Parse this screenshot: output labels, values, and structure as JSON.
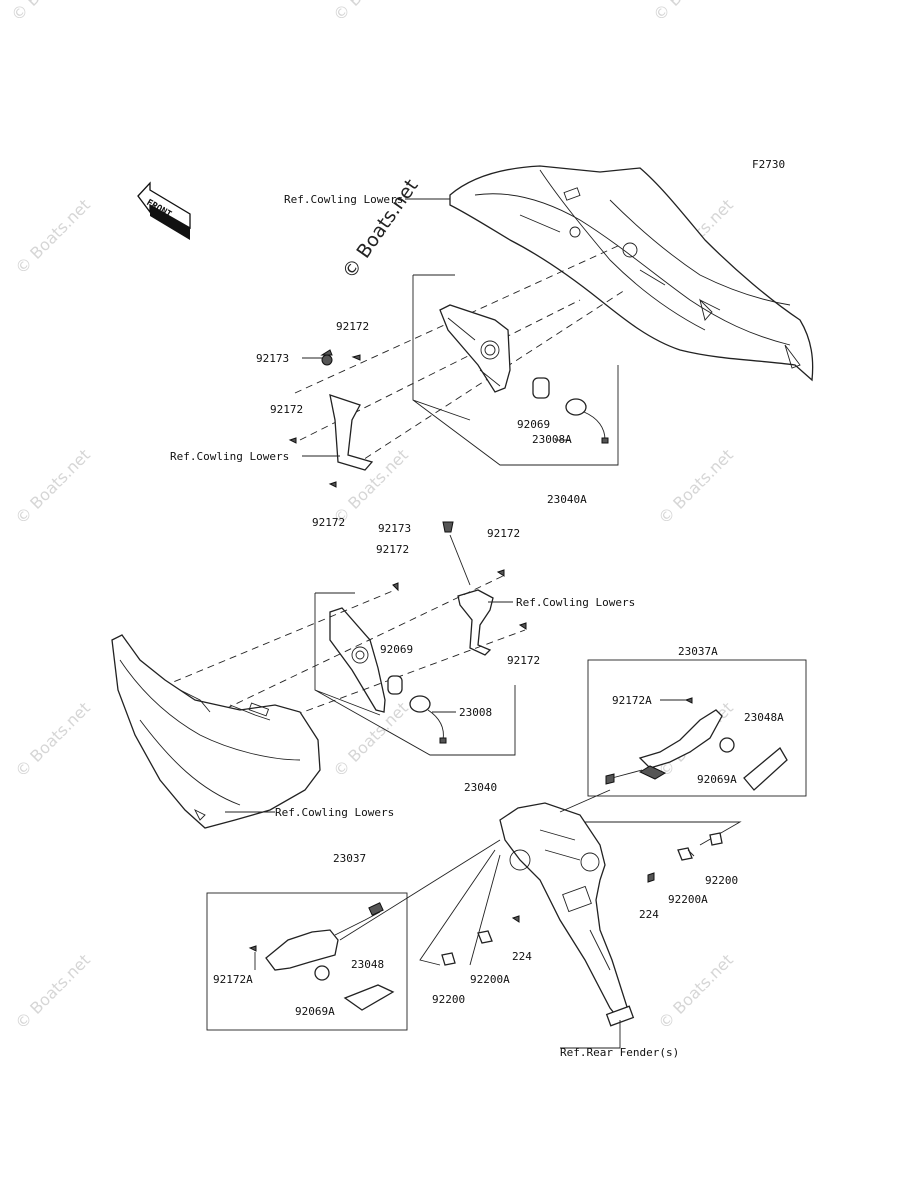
{
  "figure_code": "F2730",
  "direction_label": "FRONT",
  "watermark": {
    "text": "© Boats.net",
    "main_text": "© Boats.net"
  },
  "labels": {
    "ref_cowling_lowers_top": "Ref.Cowling Lowers",
    "p92172_a": "92172",
    "p92173_a": "92173",
    "p92172_b": "92172",
    "ref_cowling_lowers_left": "Ref.Cowling Lowers",
    "p92172_c": "92172",
    "p92069_a": "92069",
    "p23008A": "23008A",
    "p23040A": "23040A",
    "p92173_b": "92173",
    "p92172_d": "92172",
    "p92172_e": "92172",
    "ref_cowling_lowers_mid": "Ref.Cowling Lowers",
    "p92172_f": "92172",
    "p92069_b": "92069",
    "p23008": "23008",
    "p23040": "23040",
    "ref_cowling_lowers_bottom": "Ref.Cowling Lowers",
    "p23037A": "23037A",
    "p92172A_a": "92172A",
    "p23048A": "23048A",
    "p92069A_a": "92069A",
    "p92200_a": "92200",
    "p92200A_a": "92200A",
    "p224_a": "224",
    "p23037": "23037",
    "p224_b": "224",
    "p92172A_b": "92172A",
    "p23048": "23048",
    "p92069A_b": "92069A",
    "p92200A_b": "92200A",
    "p92200_b": "92200",
    "ref_rear_fender": "Ref.Rear Fender(s)"
  }
}
